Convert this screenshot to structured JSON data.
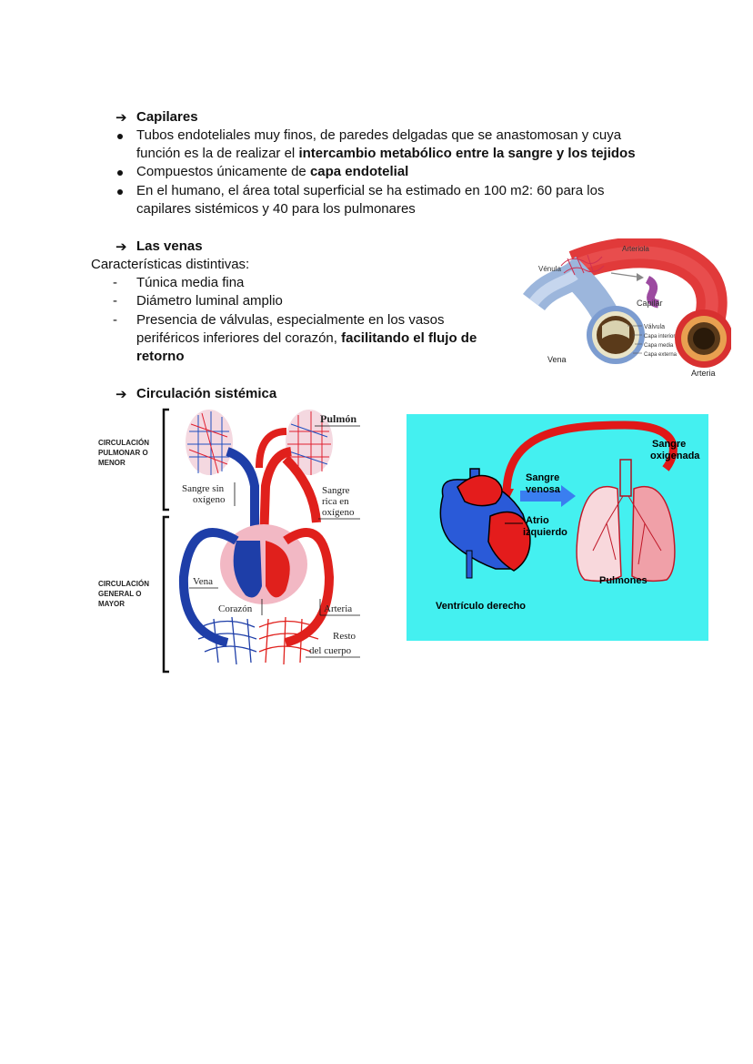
{
  "capilares": {
    "heading": "Capilares",
    "b1_l1": "Tubos endoteliales muy finos, de paredes delgadas que se anastomosan y cuya",
    "b1_l2_pre": "función es la de realizar el ",
    "b1_l2_bold": "intercambio metabólico entre la sangre y los tejidos",
    "b2_pre": "Compuestos únicamente de ",
    "b2_bold": "capa endotelial",
    "b3_l1": "En el humano, el área total superficial se ha estimado en 100 m2: 60 para los",
    "b3_l2": "capilares sistémicos y 40 para los pulmonares"
  },
  "venas": {
    "heading": "Las venas",
    "intro": "Características distintivas:",
    "item1": "Túnica media fina",
    "item2": "Diámetro luminal amplio",
    "item3_l1": "Presencia de válvulas, especialmente en los vasos",
    "item3_l2_pre": "periféricos inferiores del corazón, ",
    "item3_l2_bold": "facilitando el flujo de",
    "item3_l3_bold": "retorno"
  },
  "vessel_figure": {
    "arteriola": "Arteriola",
    "venula": "Vénula",
    "capilar": "Capilar",
    "valvula": "Válvula",
    "capa_interior": "Capa interior",
    "capa_media": "Capa media",
    "capa_externa": "Capa externa",
    "vena": "Vena",
    "arteria": "Arteria"
  },
  "sistemica": {
    "heading": "Circulación sistémica"
  },
  "circ_figure": {
    "pulmonar_l1": "CIRCULACIÓN",
    "pulmonar_l2": "PULMONAR O",
    "pulmonar_l3": "MENOR",
    "general_l1": "CIRCULACIÓN",
    "general_l2": "GENERAL O",
    "general_l3": "MAYOR",
    "pulmon": "Pulmón",
    "sangre_sin_l1": "Sangre sin",
    "sangre_sin_l2": "oxígeno",
    "sangre_rica_l1": "Sangre",
    "sangre_rica_l2": "rica en",
    "sangre_rica_l3": "oxígeno",
    "vena": "Vena",
    "corazon": "Corazón",
    "arteria": "Arteria",
    "resto_l1": "Resto",
    "resto_l2": "del cuerpo"
  },
  "heart_figure": {
    "sangre_oxigenada_l1": "Sangre",
    "sangre_oxigenada_l2": "oxigenada",
    "sangre_venosa_l1": "Sangre",
    "sangre_venosa_l2": "venosa",
    "atrio_l1": "Atrio",
    "atrio_l2": "izquierdo",
    "pulmones": "Pulmones",
    "ventriculo": "Ventrículo derecho"
  }
}
